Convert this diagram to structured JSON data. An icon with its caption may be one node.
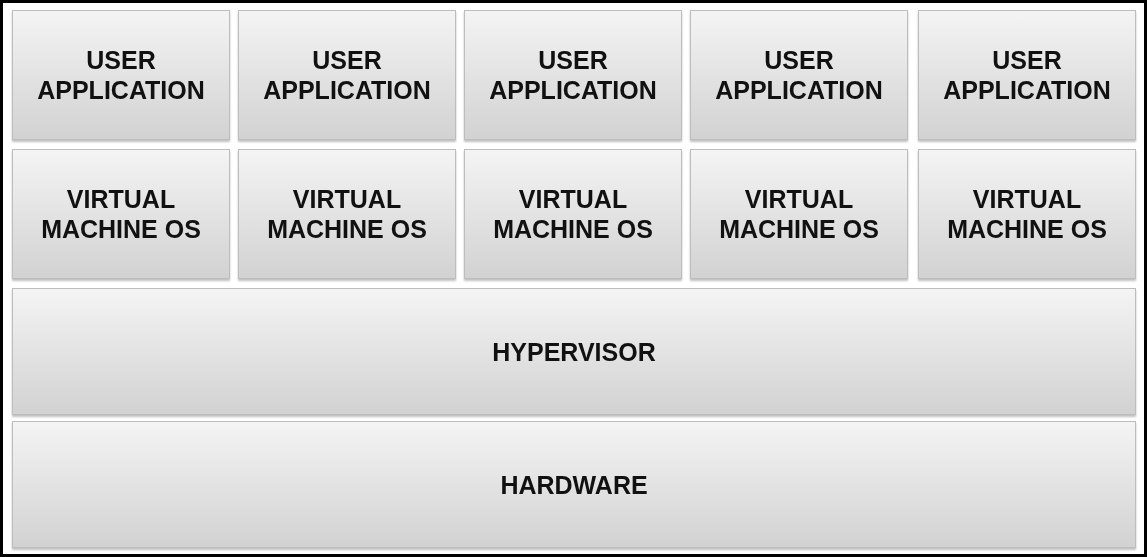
{
  "diagram": {
    "nodes": [
      {
        "text": [
          "USER APPLICATION"
        ]
      },
      {
        "text": [
          "USER APPLICATION"
        ]
      },
      {
        "text": [
          "USER APPLICATION"
        ]
      },
      {
        "text": [
          "USER APPLICATION"
        ]
      },
      {
        "text": [
          "USER APPLICATION"
        ]
      },
      {
        "text": [
          "VIRTUAL MACHINE OS"
        ]
      },
      {
        "text": [
          "VIRTUAL MACHINE OS"
        ]
      },
      {
        "text": [
          "VIRTUAL MACHINE OS"
        ]
      },
      {
        "text": [
          "VIRTUAL MACHINE OS"
        ]
      },
      {
        "text": [
          "VIRTUAL MACHINE OS"
        ]
      },
      {
        "text": [
          "HYPERVISOR"
        ]
      },
      {
        "text": [
          "HARDWARE"
        ]
      }
    ]
  }
}
